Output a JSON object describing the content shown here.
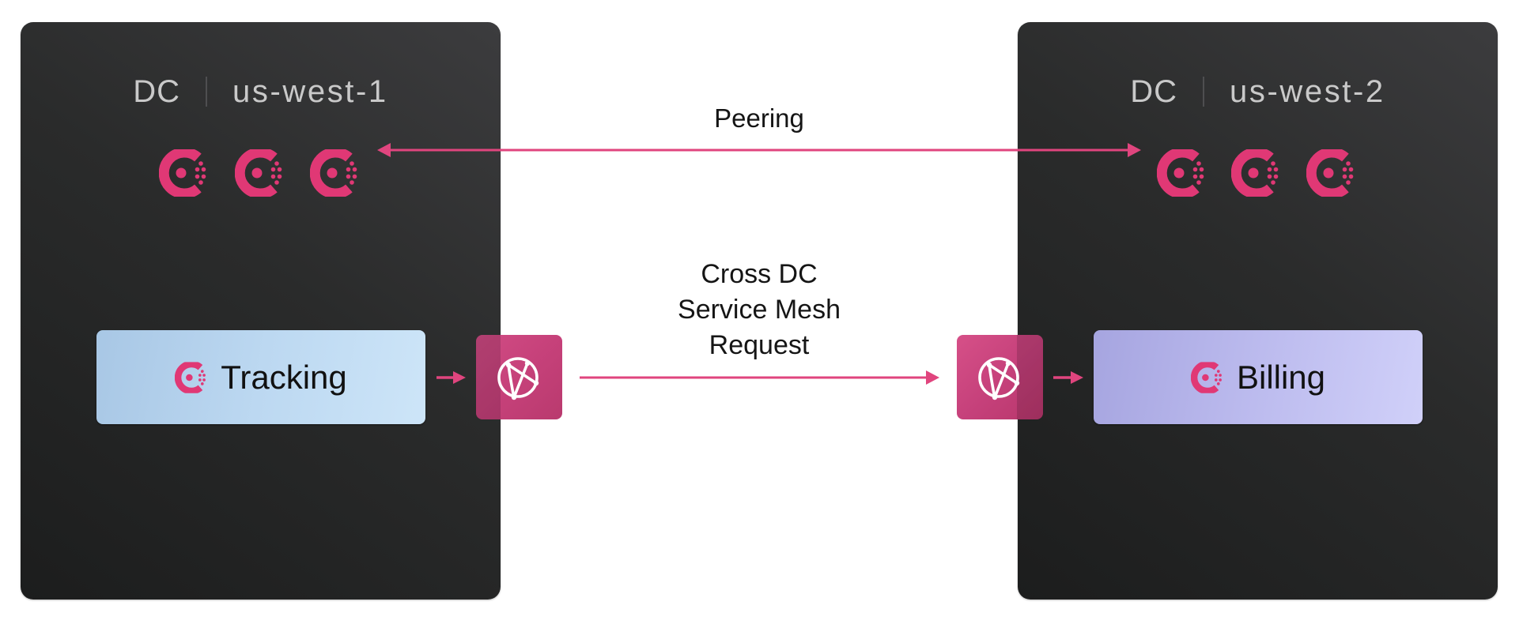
{
  "colors": {
    "accent": "#e0457e",
    "consul_pink": "#e03875",
    "panel_dark": "#1c1d1d",
    "panel_light": "#3c3c3e",
    "tracking_box": "#bcd8f1",
    "billing_box": "#bcbbee",
    "proxy": "#c6417a"
  },
  "datacenters": [
    {
      "prefix": "DC",
      "region": "us-west-1",
      "servers": [
        "consul-server-icon",
        "consul-server-icon",
        "consul-server-icon"
      ],
      "service": {
        "name": "Tracking",
        "icon": "consul-logo-icon"
      },
      "proxy_icon": "envoy-proxy-icon"
    },
    {
      "prefix": "DC",
      "region": "us-west-2",
      "servers": [
        "consul-server-icon",
        "consul-server-icon",
        "consul-server-icon"
      ],
      "service": {
        "name": "Billing",
        "icon": "consul-logo-icon"
      },
      "proxy_icon": "envoy-proxy-icon"
    }
  ],
  "connections": {
    "peering": {
      "label": "Peering",
      "direction": "bidirectional"
    },
    "mesh_request": {
      "label_lines": [
        "Cross DC",
        "Service Mesh",
        "Request"
      ],
      "direction": "left-to-right"
    }
  }
}
